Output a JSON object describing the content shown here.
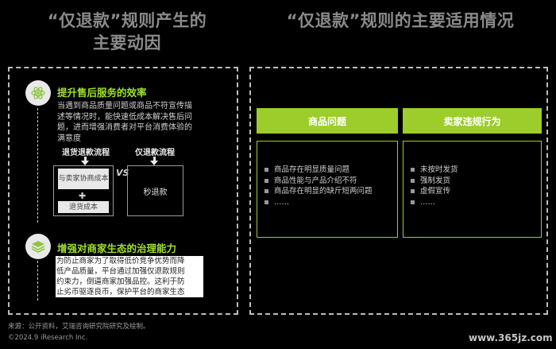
{
  "titles": {
    "left_line1": "“仅退款”规则产生的",
    "left_line2": "主要动因",
    "right": "“仅退款”规则的主要适用情况"
  },
  "section1": {
    "icon": "atom-icon",
    "title": "提升售后服务的效率",
    "body": "当遇到商品质量问题或商品不符宣传描述等情况时，能快速低成本解决售后问题，进而增强消费者对平台消费体验的满意度",
    "flow_left_label": "退货退款流程",
    "flow_right_label": "仅退款流程",
    "step1": "与卖家协商成本",
    "step2": "退货成本",
    "vs": "VS",
    "right_box": "秒退款"
  },
  "section2": {
    "icon": "layers-icon",
    "title": "增强对商家生态的治理能力",
    "body_lines": [
      "为防止商家为了取得低价竞争优势而降",
      "低产品质量，平台通过加强仅退款规则",
      "约束力，倒逼商家加强品控。这利于防",
      "止劣币驱逐良币，保护平台的商家生态"
    ]
  },
  "right_panel": {
    "col1": {
      "header": "商品问题",
      "items": [
        "商品存在明显质量问题",
        "商品性能与产品介绍不符",
        "商品存在明显的缺斤短两问题",
        "……"
      ]
    },
    "col2": {
      "header": "卖家违规行为",
      "items": [
        "未按时发货",
        "强制发货",
        "虚假宣传",
        "……"
      ]
    }
  },
  "footer": {
    "source": "来源：公开资料，艾瑞咨询研究院研究及绘制。",
    "copyright": "©2024.9 iResearch Inc.",
    "watermark": "www.365jz.com"
  }
}
